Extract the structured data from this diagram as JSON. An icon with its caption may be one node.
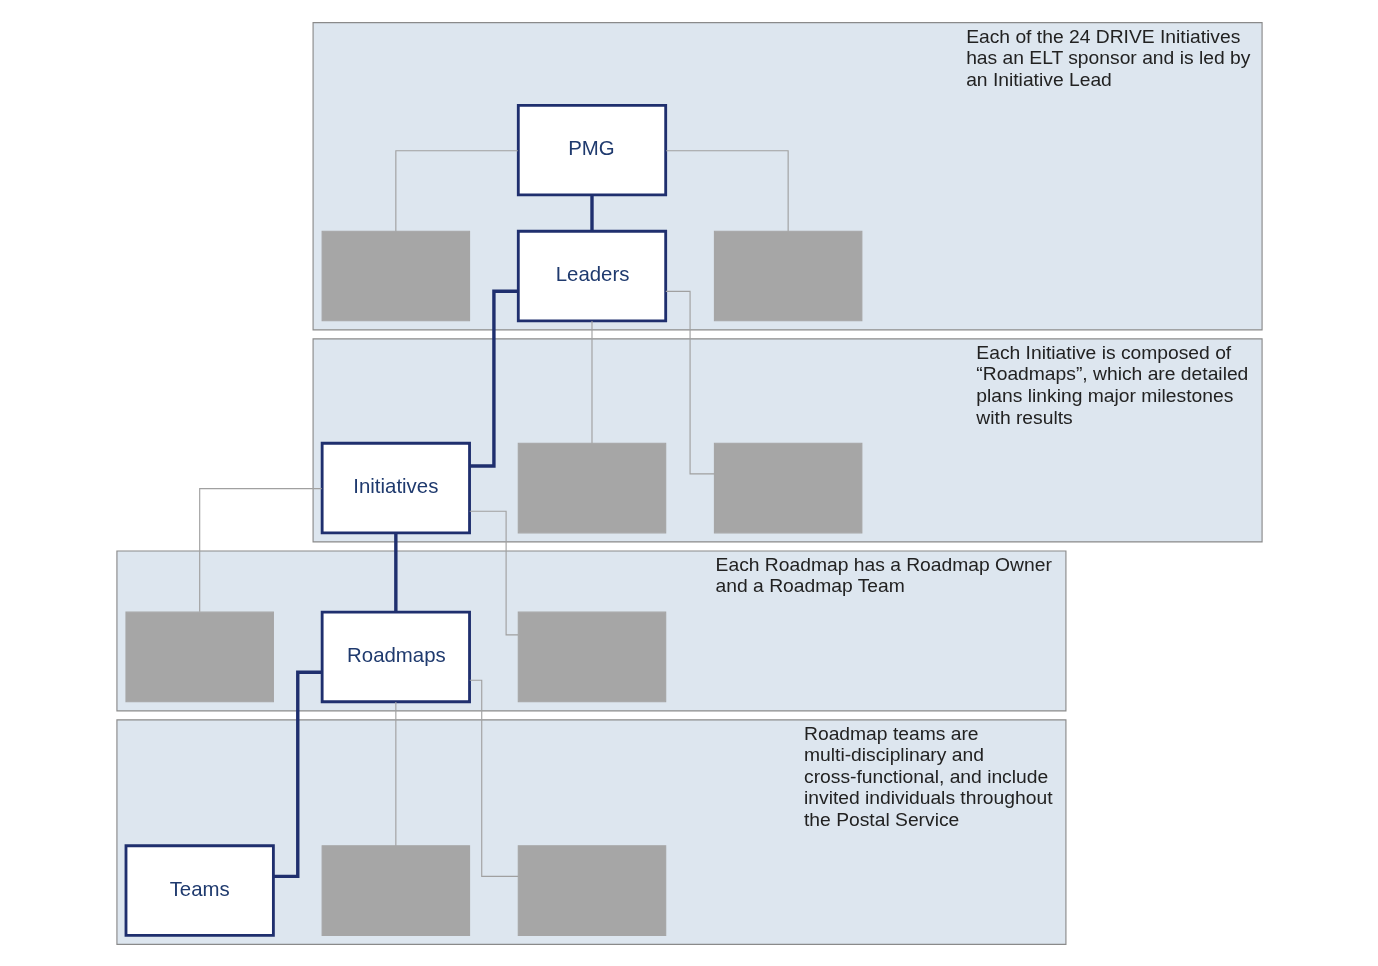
{
  "diagram": {
    "nodes": [
      {
        "text": [
          "Each of the 24 DRIVE Initiatives has an ELT sponsor and is led by an Initiative Lead"
        ]
      },
      {
        "text": [
          "PMG"
        ],
        "in": 0
      },
      {
        "text": [],
        "shape": "box",
        "in": 0
      },
      {
        "text": [
          "Leaders"
        ],
        "in": 0
      },
      {
        "text": [],
        "shape": "box",
        "in": 0
      },
      {
        "text": [
          "Each Initiative is composed of “Roadmaps”, which are detailed plans linking major milestones with results"
        ]
      },
      {
        "text": [
          "Initiatives"
        ],
        "in": 5
      },
      {
        "text": [],
        "shape": "box",
        "in": 5
      },
      {
        "text": [],
        "shape": "box",
        "in": 5
      },
      {
        "text": [
          "Each Roadmap has a Roadmap Owner and a Roadmap Team"
        ]
      },
      {
        "text": [],
        "shape": "box",
        "in": 9
      },
      {
        "text": [
          "Roadmaps"
        ],
        "in": 9
      },
      {
        "text": [],
        "shape": "box",
        "in": 9
      },
      {
        "text": [
          "Roadmap teams are multi-disciplinary and cross-functional, and include invited individuals throughout the Postal Service"
        ]
      },
      {
        "text": [
          "Teams"
        ],
        "in": 13
      },
      {
        "text": [],
        "shape": "box",
        "in": 13
      },
      {
        "text": [],
        "shape": "box",
        "in": 13
      }
    ],
    "edges": [
      {
        "from": 1,
        "to": 2,
        "arrow": "none"
      },
      {
        "from": 1,
        "to": 3,
        "arrow": "none",
        "style": "thick",
        "color": "#1f2f6e"
      },
      {
        "from": 1,
        "to": 4,
        "arrow": "none"
      },
      {
        "from": 3,
        "to": 6,
        "arrow": "none",
        "style": "thick",
        "color": "#1f2f6e"
      },
      {
        "from": 3,
        "to": 7,
        "arrow": "none"
      },
      {
        "from": 3,
        "to": 8,
        "arrow": "none"
      },
      {
        "from": 6,
        "to": 10,
        "arrow": "none"
      },
      {
        "from": 6,
        "to": 11,
        "arrow": "none",
        "style": "thick",
        "color": "#1f2f6e"
      },
      {
        "from": 6,
        "to": 12,
        "arrow": "none"
      },
      {
        "from": 11,
        "to": 14,
        "arrow": "none",
        "style": "thick",
        "color": "#1f2f6e"
      },
      {
        "from": 11,
        "to": 15,
        "arrow": "none"
      },
      {
        "from": 11,
        "to": 16,
        "arrow": "none"
      }
    ]
  }
}
